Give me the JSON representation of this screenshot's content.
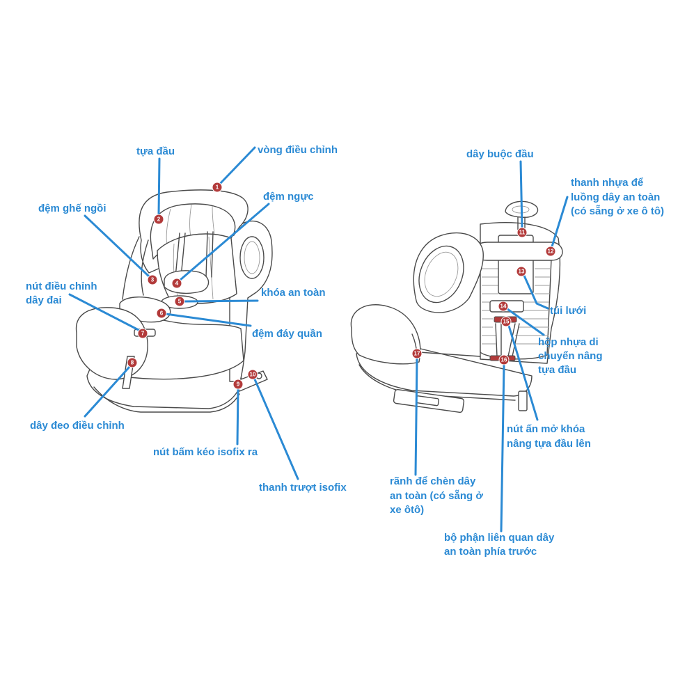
{
  "colors": {
    "background": "#ffffff",
    "label": "#2b8ad4",
    "marker": "#b23a3a",
    "marker_text": "#ffffff",
    "drawing": "#4a4a4a"
  },
  "front_view": {
    "headrest": "tựa đầu",
    "adjustment_ring": "vòng điều chỉnh",
    "chest_pad": "đệm ngực",
    "seat_cushion": "đệm ghế ngồi",
    "harness_adjust_button": [
      "nút điều chỉnh",
      "dây đai"
    ],
    "safety_buckle": "khóa an toàn",
    "crotch_pad": "đệm đáy quần",
    "adjustment_strap": "dây đeo điều chỉnh",
    "isofix_release_button": "nút bấm kéo isofix ra",
    "isofix_slider": "thanh trượt isofix"
  },
  "rear_view": {
    "top_tether": "dây buộc đầu",
    "belt_guide_bar": [
      "thanh nhựa để",
      "luồng dây an toàn",
      "(có sẵng ở xe ô tô)"
    ],
    "mesh_pocket": "túi lưới",
    "headrest_slider_box": [
      "hộp nhựa di",
      "chuyển nâng",
      "tựa đầu"
    ],
    "headrest_release_button": [
      "nút ấn mở khóa",
      "nâng tựa đầu lên"
    ],
    "belt_slot": [
      "rãnh để chèn dây",
      "an toàn (có sẵng ở",
      "xe ôtô)"
    ],
    "front_belt_parts": [
      "bộ phận liên quan dây",
      "an toàn phía trước"
    ]
  },
  "markers": [
    "1",
    "2",
    "3",
    "4",
    "5",
    "6",
    "7",
    "8",
    "9",
    "10",
    "11",
    "12",
    "13",
    "14",
    "15",
    "16",
    "17"
  ]
}
